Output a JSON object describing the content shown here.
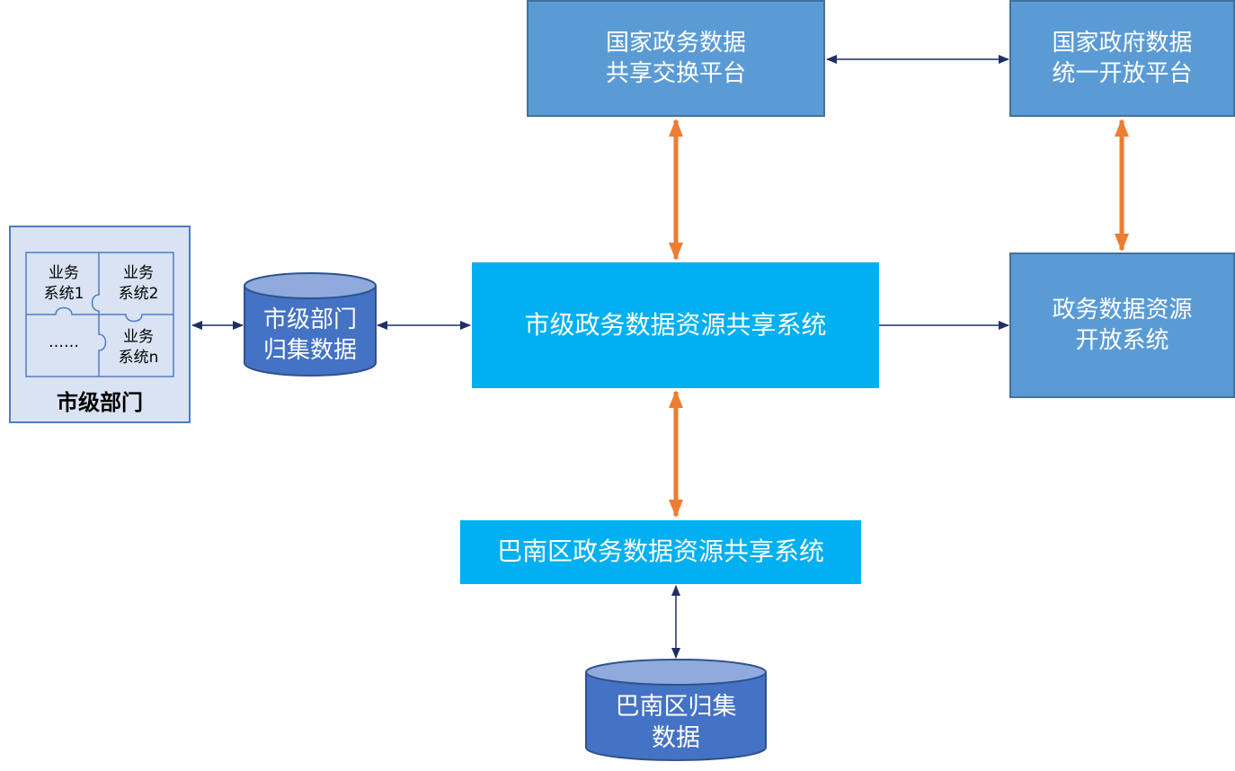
{
  "nodes": {
    "national_exchange": "国家政务数据\n共享交换平台",
    "national_open": "国家政府数据\n统一开放平台",
    "city_sharing": "市级政务数据资源共享系统",
    "open_system": "政务数据资源\n开放系统",
    "banan_sharing": "巴南区政务数据资源共享系统",
    "city_dept_data": "市级部门\n归集数据",
    "banan_data": "巴南区归集\n数据",
    "city_dept": "市级部门",
    "puzzle": {
      "piece1": "业务\n系统1",
      "piece2": "业务\n系统2",
      "piece3": "……",
      "piece4": "业务\n系统n"
    }
  },
  "colors": {
    "box_blue": "#5b9bd5",
    "box_border": "#41719c",
    "cyan": "#00b0f0",
    "cylinder": "#4472c4",
    "cylinder_top": "#8faadc",
    "orange_arrow": "#ed7d31",
    "navy_arrow": "#1f2f66",
    "dept_bg": "#dae3f3"
  }
}
